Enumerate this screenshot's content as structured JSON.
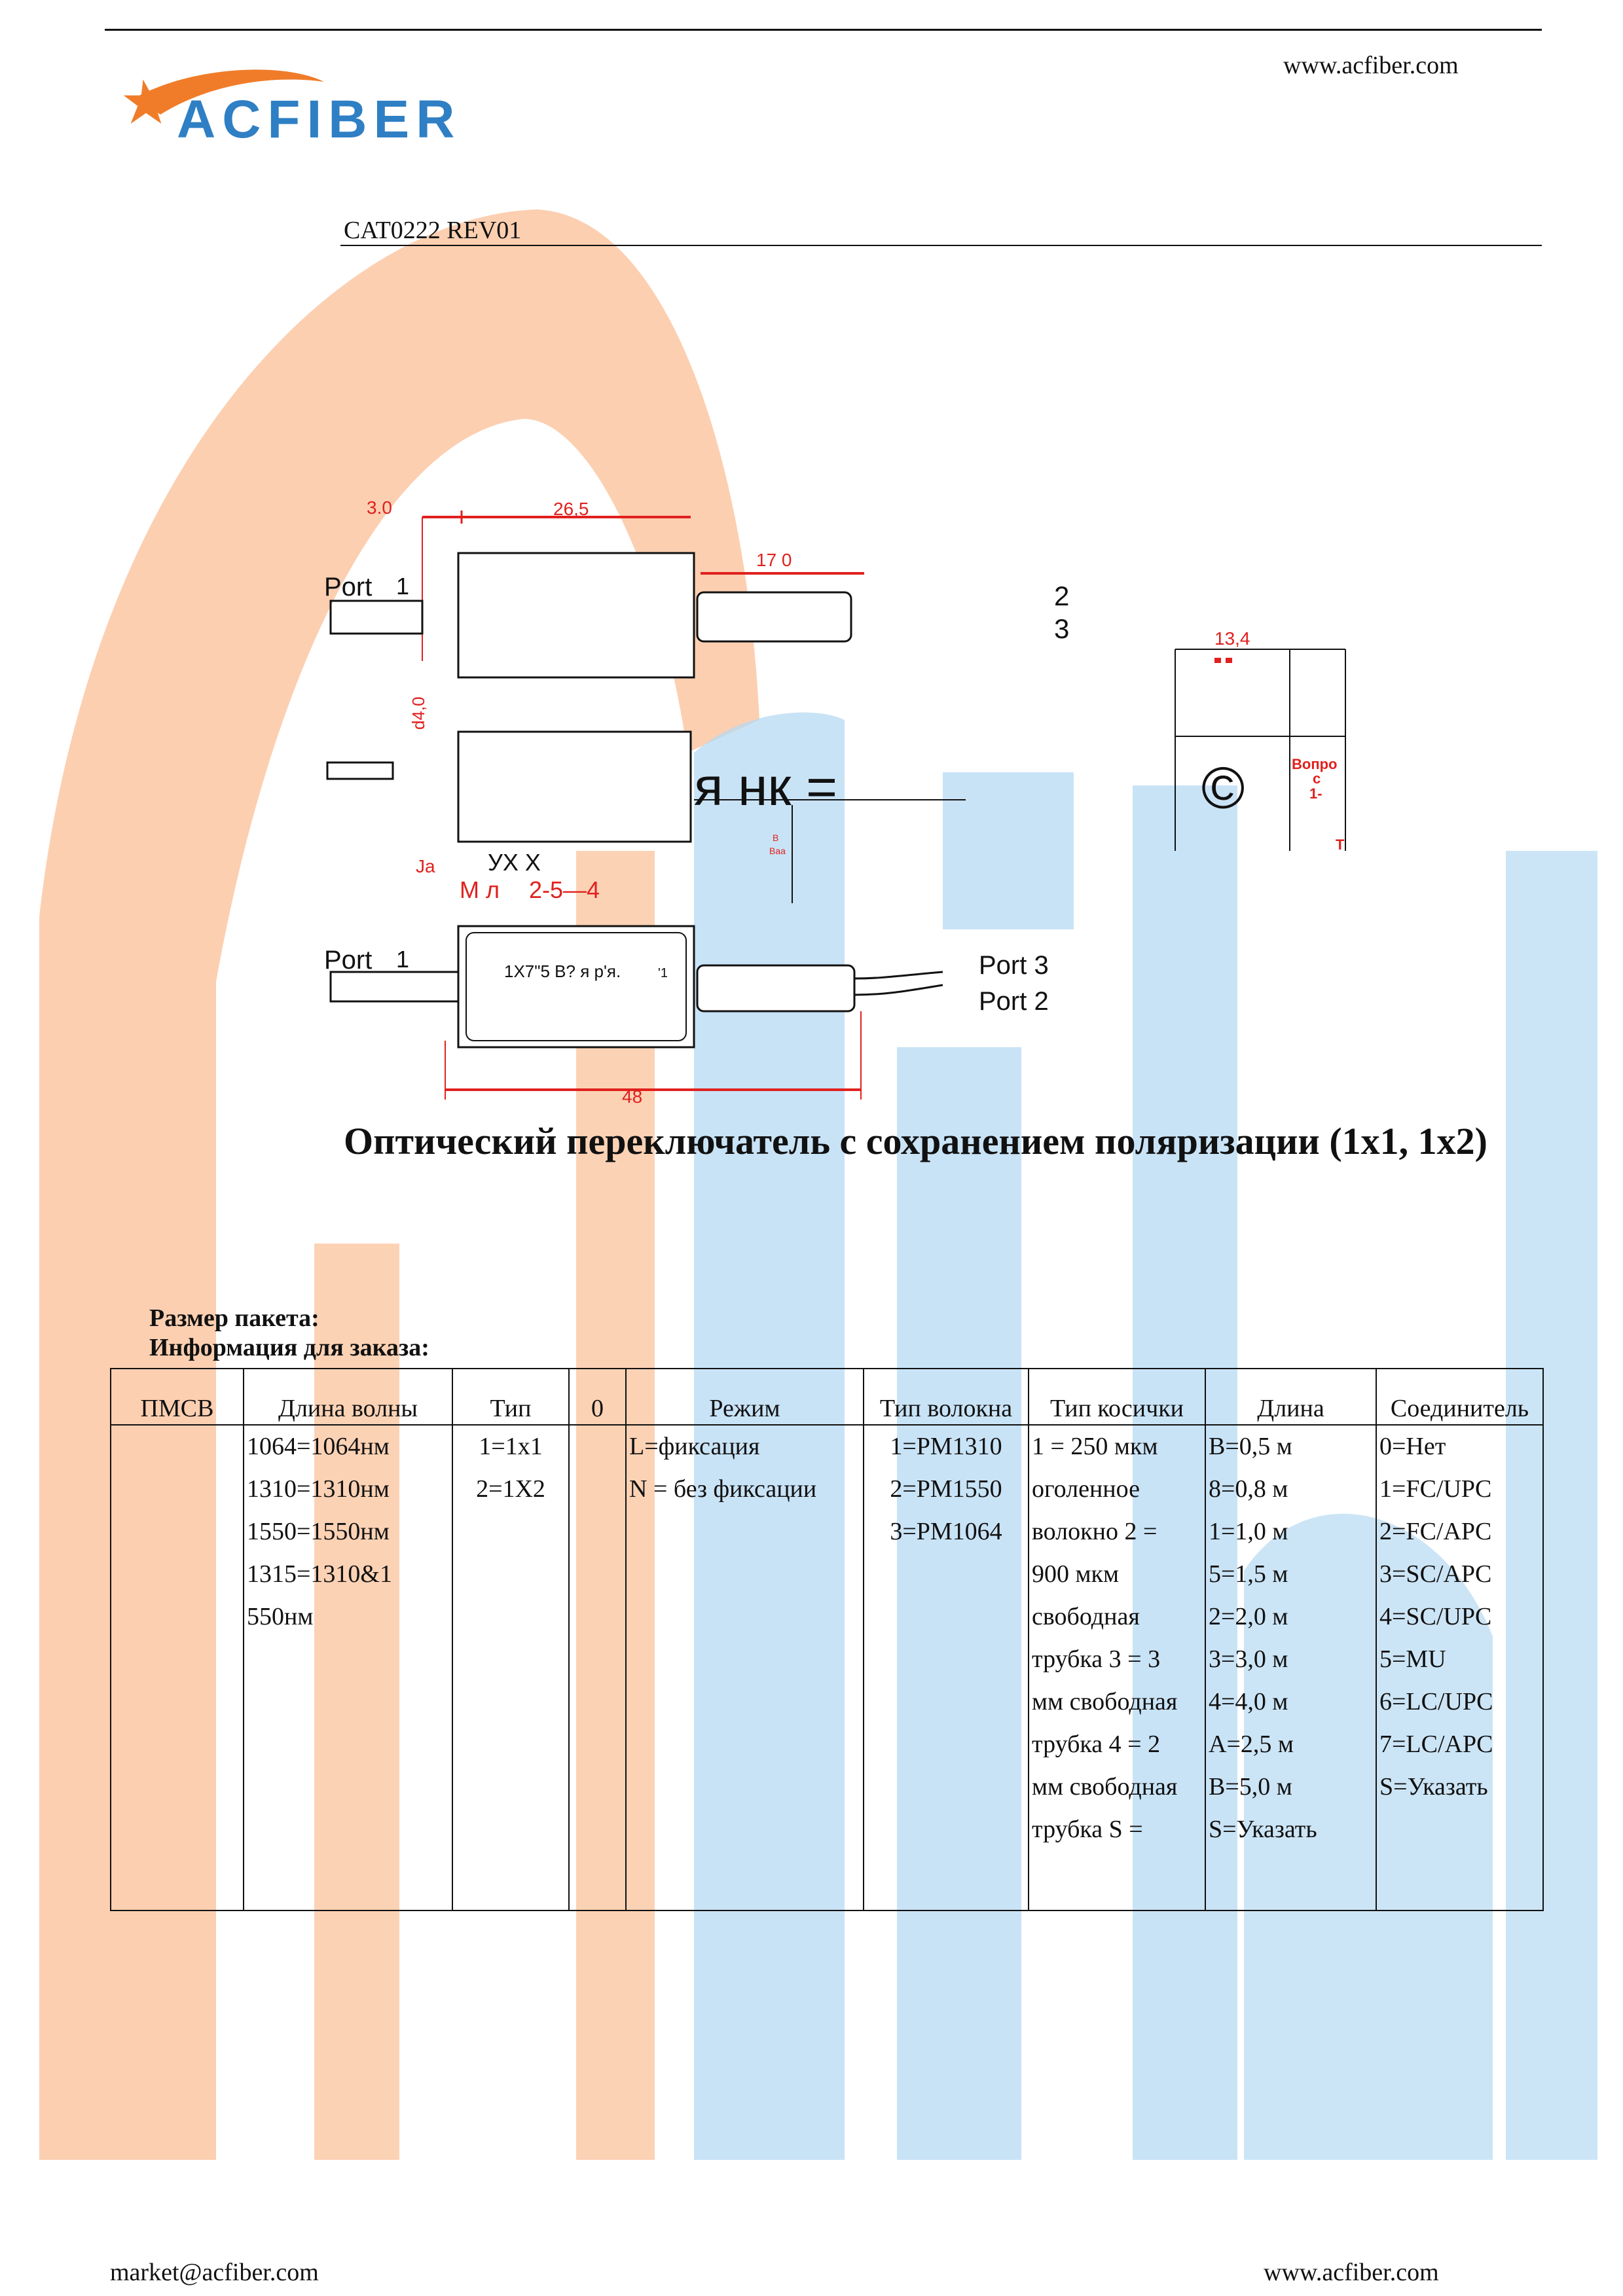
{
  "header": {
    "url": "www.acfiber.com",
    "logo_text": "ACFIBER",
    "doc_code": "CAT0222 REV01"
  },
  "watermark": {
    "text": "AcFiber",
    "colors": [
      "#f7a26b",
      "#8fc6ec"
    ]
  },
  "drawing": {
    "top": {
      "dim_a": "3.0",
      "dim_b": "26,5",
      "dim_c": "17 0",
      "port_in_label": "Port",
      "port_in_num": "1",
      "out_num_a": "2",
      "out_num_b": "3",
      "height_dim": "d4,0"
    },
    "middle": {
      "overlay_text": "я нк =",
      "copyright": "©",
      "side_dim": "13,4",
      "side_text_a": "Вопро",
      "side_text_b": "с",
      "side_text_c": "1-",
      "side_text_d": "Т",
      "small_a": "Ja",
      "small_b": "УХ Х",
      "small_c": "М л",
      "small_d": "2-5—4",
      "small_e": "В",
      "small_f": "Ваа"
    },
    "bottom": {
      "port_in_label": "Port",
      "port_in_num": "1",
      "box_text": "1Х7\"5 В? я р'я.",
      "box_text_b": "'1",
      "out_a": "Port  3",
      "out_b": "Port  2",
      "length_dim": "48"
    }
  },
  "title": "Оптический переключатель с сохранением поляризации (1x1, 1x2)",
  "labels": {
    "package_size": "Размер пакета:",
    "order_info": "Информация для заказа:"
  },
  "order_table": {
    "headers": [
      "ПМСВ",
      "Длина волны",
      "Тип",
      "0",
      "Режим",
      "Тип волокна",
      "Тип косички",
      "Длина",
      "Соединитель"
    ],
    "columns": [
      [],
      [
        "1064=1064нм",
        "1310=1310нм",
        "1550=1550нм",
        "1315=1310&1",
        "550нм"
      ],
      [
        "1=1x1",
        "2=1X2"
      ],
      [],
      [
        "L=фиксация",
        "N = без фиксации"
      ],
      [
        "1=PM1310",
        "2=PM1550",
        "3=PM1064"
      ],
      [
        "1 = 250 мкм",
        "оголенное",
        "волокно 2 =",
        "900 мкм",
        "свободная",
        "трубка 3 = 3",
        "мм свободная",
        "трубка 4 = 2",
        "мм свободная",
        "трубка S ="
      ],
      [
        "B=0,5 м",
        "8=0,8 м",
        "1=1,0 м",
        "5=1,5 м",
        "2=2,0 м",
        "3=3,0 м",
        "4=4,0 м",
        "A=2,5 м",
        "B=5,0 м",
        "S=Указать"
      ],
      [
        "0=Нет",
        "1=FC/UPC",
        "2=FC/APC",
        "3=SC/APC",
        "4=SC/UPC",
        "5=MU",
        "6=LC/UPC",
        "7=LC/APC",
        "S=Указать"
      ]
    ]
  },
  "footer": {
    "email": "market@acfiber.com",
    "url": "www.acfiber.com"
  },
  "colors": {
    "logo_blue": "#2e7fc4",
    "logo_orange": "#f07c2a",
    "dim_red": "#e0211e"
  }
}
